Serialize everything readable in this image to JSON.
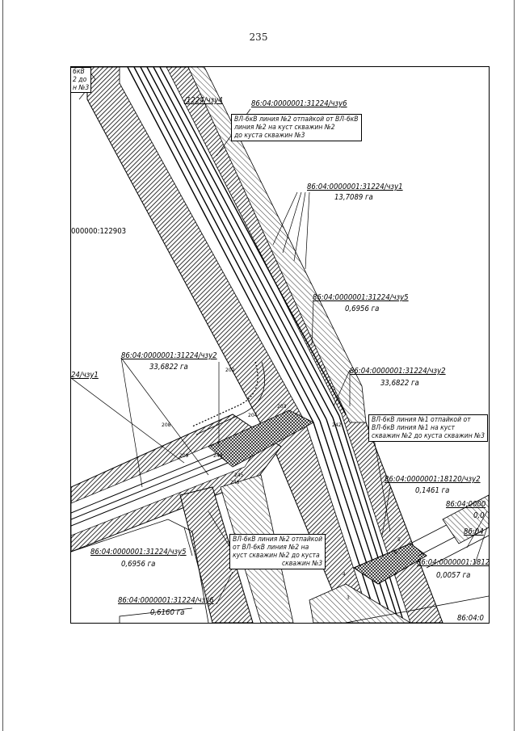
{
  "page": {
    "number": "235"
  },
  "labels": {
    "cad_1224_chzu4": "/1224/чзу4",
    "cad_1224_chzu6": "86:04:0000001:31224/чзу6",
    "cad_1224_chzu1_top": "86:04:0000001:31224/чзу1",
    "area_chzu1": "13,7089 га",
    "cad_122903": "000000:122903",
    "cad_1224_chzu5_right": "86:04:0000001:31224/чзу5",
    "area_chzu5_right": "0,6956 га",
    "cad_1224_chzu2_left": "86:04:0000001:31224/чзу2",
    "area_chzu2_left": "33,6822 га",
    "cad_24_chzu1_left": "24/чзу1",
    "cad_1224_chzu2_right": "86:04:0000001:31224/чзу2",
    "area_chzu2_right": "33,6822 га",
    "cad_18120_chzu2": "86:04:0000001:18120/чзу2",
    "area_18120_chzu2": "0,1461 га",
    "cad_1224_chzu5_bottom": "86:04:0000001:31224/чзу5",
    "area_chzu5_bottom": "0,6956 га",
    "cad_1224_chzu6_bottom": "86:04:0000001:31224/чзу6",
    "area_chzu6_bottom": "0,6160 га",
    "cad_1812_partial": "86:04:0000001:1812",
    "area_1812_partial": "0,0057 га",
    "cad_edge_1": "86:04:0000",
    "area_edge_1": "0,0",
    "cad_edge_2": "86:04",
    "cad_edge_3": "86:04:0"
  },
  "left_edge_box": [
    "6кВ",
    "2 до",
    "н №3"
  ],
  "boxes": {
    "line2_top": [
      "ВЛ-6кВ линия №2 отпайкой от ВЛ-6кВ",
      "линия №2 на куст скважин №2",
      "до куста скважин №3"
    ],
    "line1_right": [
      "ВЛ-6кВ линия №1 отпайкой от",
      "ВЛ-6кВ линия №1 на куст",
      "скважин №2 до куста скважин №3"
    ],
    "line2_bottom": [
      "ВЛ-6кВ линия №2 отпайкой",
      "от ВЛ-6кВ линия №2 на",
      "куст скважин №2 до куста",
      "скважин №3"
    ]
  },
  "point_numbers": {
    "p202": "202",
    "p203": "203",
    "p204": "204",
    "p208": "208",
    "p209": "209",
    "p242": "242",
    "p245": "245",
    "p246": "246",
    "p248": "248",
    "p3": "3",
    "p4": "4",
    "p5": "5",
    "p6": "6"
  }
}
